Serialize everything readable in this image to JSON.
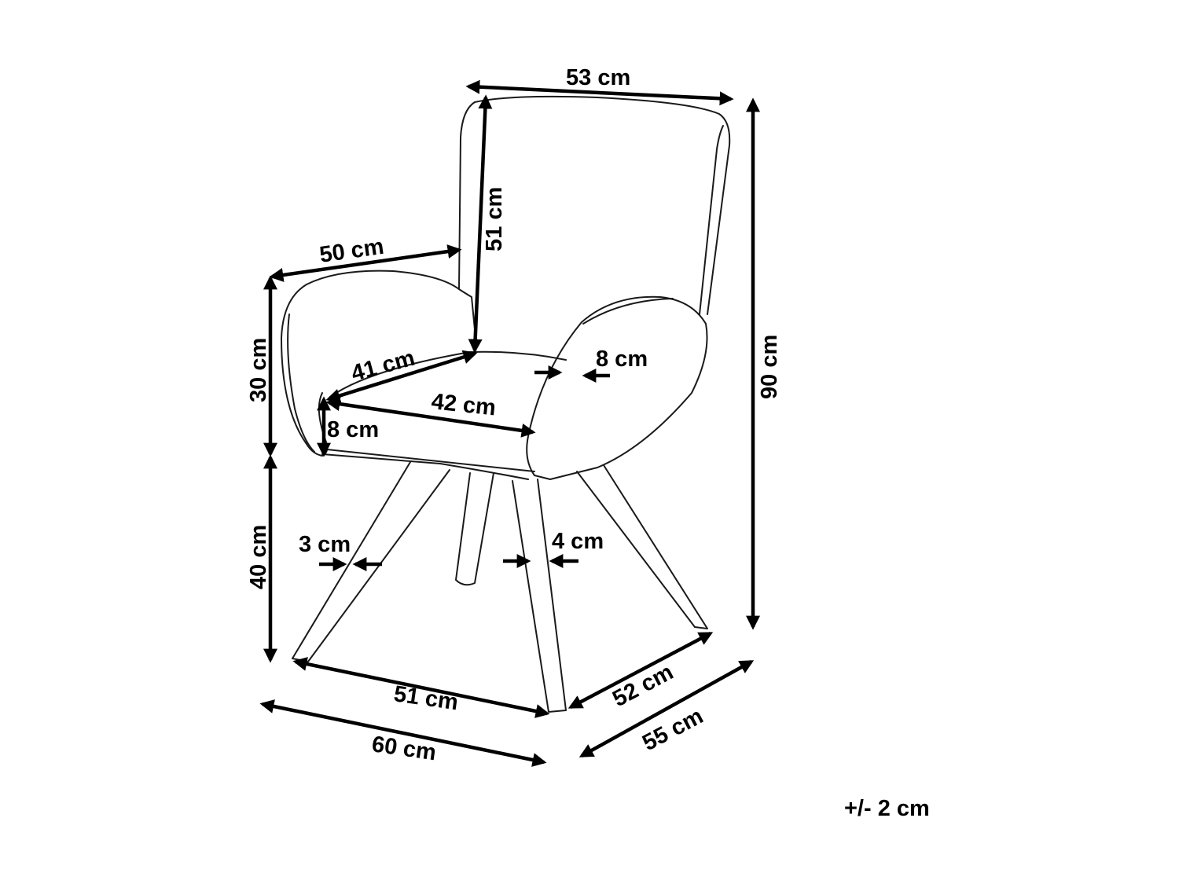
{
  "dimensions": {
    "back_width": "53 cm",
    "back_height": "51 cm",
    "total_height": "90 cm",
    "armrest_depth": "50 cm",
    "armrest_height": "30 cm",
    "seat_depth": "41 cm",
    "seat_width": "42 cm",
    "armrest_width": "8 cm",
    "seat_thickness": "8 cm",
    "seat_height": "40 cm",
    "leg_width_front": "3 cm",
    "leg_width_back": "4 cm",
    "base_width": "51 cm",
    "base_depth": "52 cm",
    "overall_width": "60 cm",
    "overall_depth": "55 cm"
  },
  "tolerance": "+/- 2 cm"
}
